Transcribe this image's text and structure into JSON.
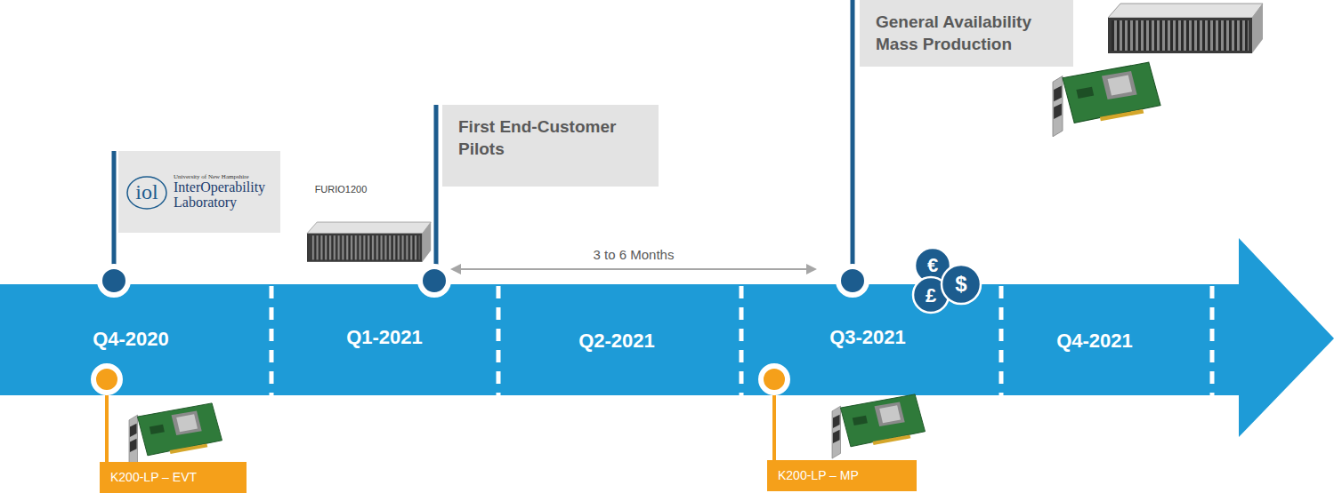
{
  "diagram": {
    "nodes": [
      {
        "text": [
          "iol",
          "University of New Hampshire",
          "InterOperability Laboratory"
        ]
      },
      {
        "text": [
          "First End-Customer Pilots"
        ]
      },
      {
        "text": [
          "General Availability Mass Production"
        ]
      },
      {
        "text": [
          "K200-LP – EVT"
        ]
      },
      {
        "text": [
          "K200-LP – MP"
        ]
      }
    ],
    "labels": [
      "FURIO1200",
      "3 to 6 Months",
      "Q4-2020",
      "Q1-2021",
      "Q2-2021",
      "Q3-2021",
      "Q4-2021",
      "€",
      "£",
      "$"
    ]
  }
}
